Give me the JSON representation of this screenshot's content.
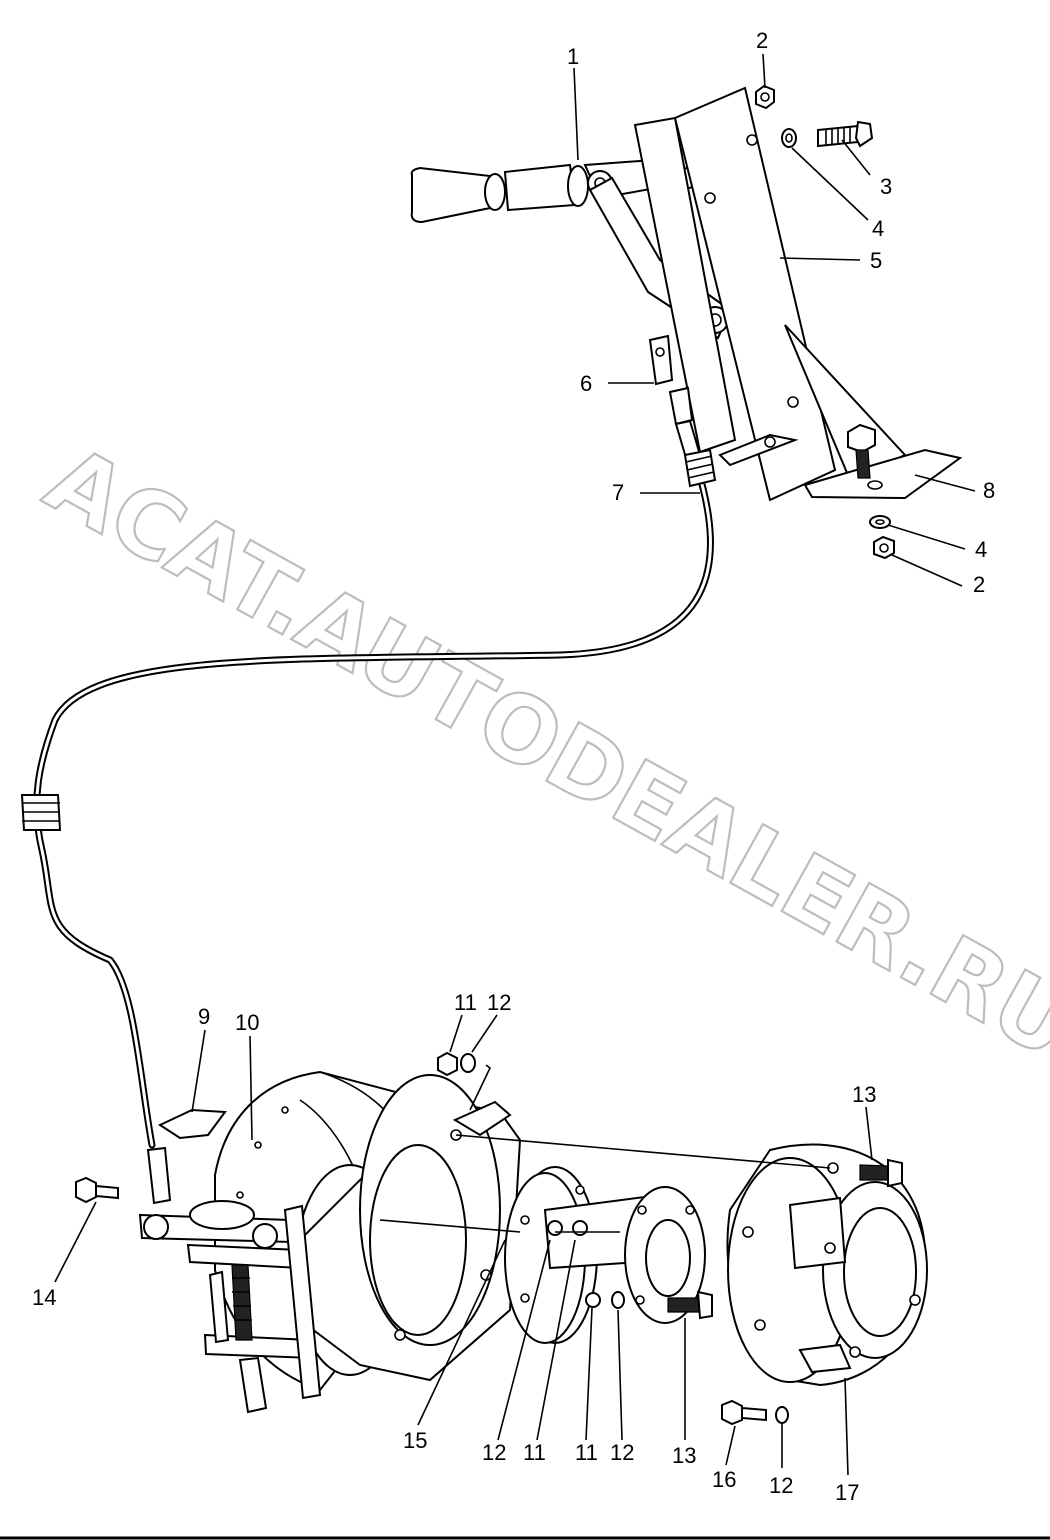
{
  "watermark": "ACAT.AUTODEALER.RU",
  "callouts": {
    "c1": "1",
    "c2a": "2",
    "c3": "3",
    "c4a": "4",
    "c5": "5",
    "c6": "6",
    "c7": "7",
    "c8": "8",
    "c4b": "4",
    "c2b": "2",
    "c9": "9",
    "c10": "10",
    "c11a": "11",
    "c12a": "12",
    "c13a": "13",
    "c14": "14",
    "c15": "15",
    "c12b": "12",
    "c11b": "11",
    "c11c": "11",
    "c12c": "12",
    "c13b": "13",
    "c16": "16",
    "c12d": "12",
    "c17": "17"
  }
}
